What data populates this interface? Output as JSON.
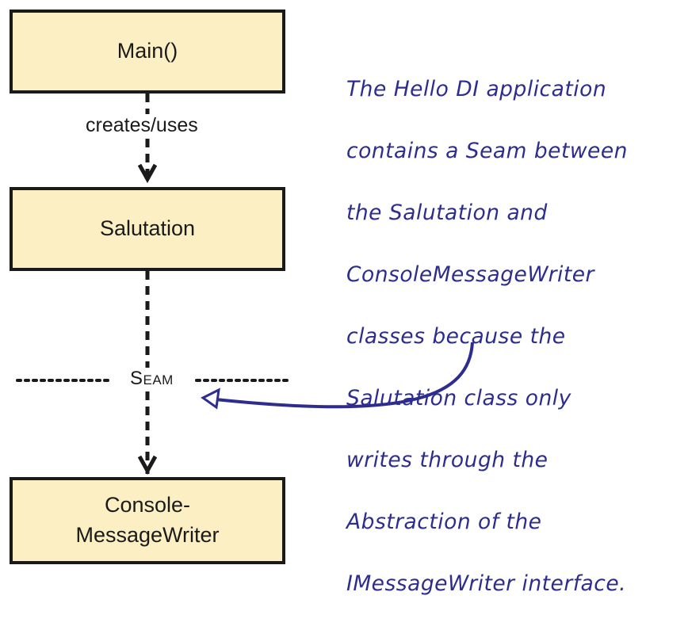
{
  "nodes": {
    "main": "Main()",
    "salutation": "Salutation",
    "console_line1": "Console-",
    "console_line2": "MessageWriter"
  },
  "edges": {
    "main_to_salutation": "creates/uses",
    "seam_label": "Seam"
  },
  "note": {
    "lines": [
      "The Hello DI application",
      "contains a Seam between",
      "the Salutation and",
      "ConsoleMessageWriter",
      "classes because the",
      "Salutation class only",
      "writes through the",
      "Abstraction of the",
      "IMessageWriter interface."
    ]
  },
  "colors": {
    "box_fill": "#fcefc4",
    "box_border": "#1a1a1a",
    "note_ink": "#2d2d8f"
  }
}
